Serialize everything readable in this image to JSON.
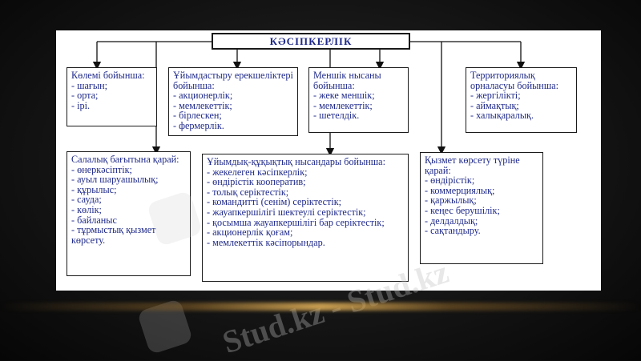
{
  "header": {
    "title": "КӘСІПКЕРЛІК"
  },
  "boxes": [
    {
      "id": "volume",
      "title": "Көлемі бойынша:",
      "items": [
        "шағын;",
        "орта;",
        "ірі."
      ]
    },
    {
      "id": "org",
      "title": "Ұйымдастыру ерекшеліктері бойынша:",
      "items": [
        "акционерлік;",
        "мемлекеттік;",
        "бірлескен;",
        "фермерлік."
      ]
    },
    {
      "id": "ownership",
      "title": "Меншік нысаны бойынша:",
      "items": [
        "жеке меншік;",
        "мемлекеттік;",
        "шетелдік."
      ]
    },
    {
      "id": "territory",
      "title": "Территориялық орналасуы бойынша:",
      "items": [
        "жергілікті;",
        "аймақтық;",
        "халықаралық."
      ]
    },
    {
      "id": "sector",
      "title": "Салалық бағытына қарай:",
      "items": [
        "өнеркәсіптік;",
        "ауыл шаруашылық;",
        "құрылыс;",
        "сауда;",
        "көлік;",
        "байланыс",
        "тұрмыстық қызмет көрсету."
      ]
    },
    {
      "id": "legal",
      "title": "Ұйымдық-құқықтық нысандары бойынша:",
      "items": [
        "жекелеген кәсіпкерлік;",
        "өндірістік кооператив;",
        "толық серіктестік;",
        "командитті (сенім) серіктестік;",
        "жауапкершілігі шектеулі серіктестік;",
        "қосымша жауапкершілігі бар серіктестік;",
        "акционерлік қоғам;",
        "мемлекеттік кәсіпорындар."
      ]
    },
    {
      "id": "service",
      "title": "Қызмет көрсету түріне қарай:",
      "items": [
        "өндірістік;",
        "коммерциялық;",
        "қаржылық;",
        "кеңес берушілік;",
        "делдалдық;",
        "сақтандыру."
      ]
    }
  ],
  "watermark": {
    "text": "Stud.kz - Stud.kz"
  }
}
